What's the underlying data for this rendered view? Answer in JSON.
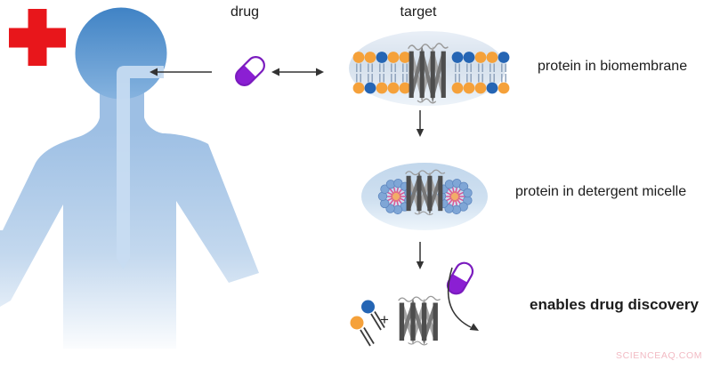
{
  "figure": {
    "labels": {
      "drug": "drug",
      "target": "target",
      "plus": "+"
    },
    "captions": {
      "biomembrane": "protein in biomembrane",
      "micelle": "protein in detergent micelle",
      "discovery": "enables drug discovery"
    },
    "watermark": "SCIENCEAQ.COM"
  },
  "colors": {
    "cross_red": "#E8161B",
    "pill_purple": "#8B1FD3",
    "pill_purple_dark": "#7A1BBE",
    "lipid_orange": "#F5A13A",
    "lipid_blue": "#2565B4",
    "tail_gray": "#8FA3BC",
    "detergent_blue": "#7FA6D6",
    "detergent_outline": "#5E87BE",
    "micelle_pink": "#D8569A",
    "micelle_orange": "#F2AD68",
    "arrow": "#333333",
    "body_blue_top": "#4184C6",
    "body_blue_bottom": "#86B3DF",
    "watermark_pink": "#F2BAC3"
  },
  "membrane": {
    "top_leaflet": [
      "orange",
      "orange",
      "blue",
      "orange",
      "orange",
      "blue",
      "blue",
      "orange",
      "orange",
      "blue"
    ],
    "bottom_leaflet": [
      "orange",
      "blue",
      "orange",
      "orange",
      "orange",
      "orange",
      "orange",
      "orange",
      "blue",
      "orange"
    ]
  }
}
